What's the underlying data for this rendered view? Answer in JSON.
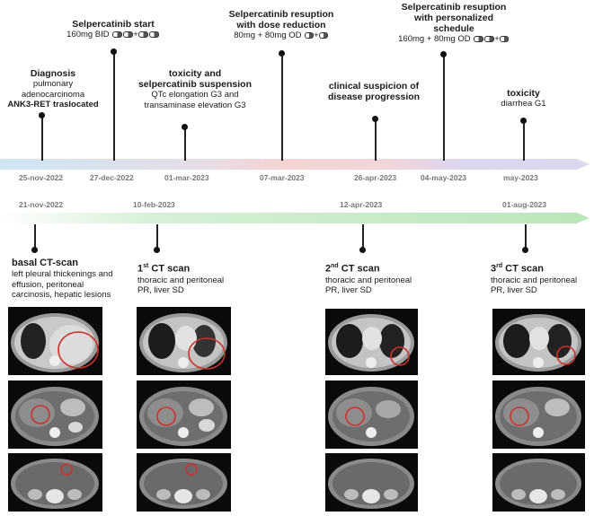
{
  "top_events": [
    {
      "title": "Diagnosis",
      "lines": [
        "pulmonary",
        "adenocarcinoma"
      ],
      "bold_line": "ANK3-RET traslocated"
    },
    {
      "title": "Selpercatinib start",
      "lines": [
        "160mg BID"
      ],
      "pills": "2+2"
    },
    {
      "title_lines": [
        "toxicity and",
        "selpercatinib suspension"
      ],
      "lines": [
        "QTc elongation G3 and",
        "transaminase elevation G3"
      ]
    },
    {
      "title_lines": [
        "Selpercatinib resuption",
        "with dose reduction"
      ],
      "lines": [
        "80mg + 80mg OD"
      ],
      "pills": "1+1"
    },
    {
      "title_lines": [
        "clinical suspicion of",
        "disease progression"
      ],
      "lines": []
    },
    {
      "title_lines": [
        "Selpercatinib resuption",
        "with personalized",
        "schedule"
      ],
      "lines": [
        "160mg + 80mg OD"
      ],
      "pills": "2+1"
    },
    {
      "title": "toxicity",
      "lines": [
        "diarrhea G1"
      ]
    }
  ],
  "top_dates": [
    "25-nov-2022",
    "27-dec-2022",
    "01-mar-2023",
    "07-mar-2023",
    "26-apr-2023",
    "04-may-2023",
    "may-2023"
  ],
  "bottom_dates": [
    "21-nov-2022",
    "10-feb-2023",
    "12-apr-2023",
    "01-aug-2023"
  ],
  "scans": [
    {
      "title": "basal CT-scan",
      "sup": "",
      "lines": [
        "left pleural thickenings and",
        "effusion, peritoneal",
        "carcinosis, hepatic lesions"
      ]
    },
    {
      "title_prefix": "1",
      "sup": "st",
      "title": " CT scan",
      "lines": [
        "thoracic and peritoneal",
        "PR, liver SD"
      ]
    },
    {
      "title_prefix": "2",
      "sup": "nd",
      "title": " CT scan",
      "lines": [
        "thoracic and peritoneal",
        "PR, liver SD"
      ]
    },
    {
      "title_prefix": "3",
      "sup": "rd",
      "title": " CT scan",
      "lines": [
        "thoracic and peritoneal",
        "PR, liver SD"
      ]
    }
  ],
  "colors": {
    "timeline_blue": "#cfe6f2",
    "timeline_pink": "#f6d3d3",
    "timeline_purple": "#ddd6ef",
    "timeline_green": "#c8ecc8",
    "lesion_circle": "#d0302b"
  },
  "icons": [
    "pill-icon"
  ]
}
